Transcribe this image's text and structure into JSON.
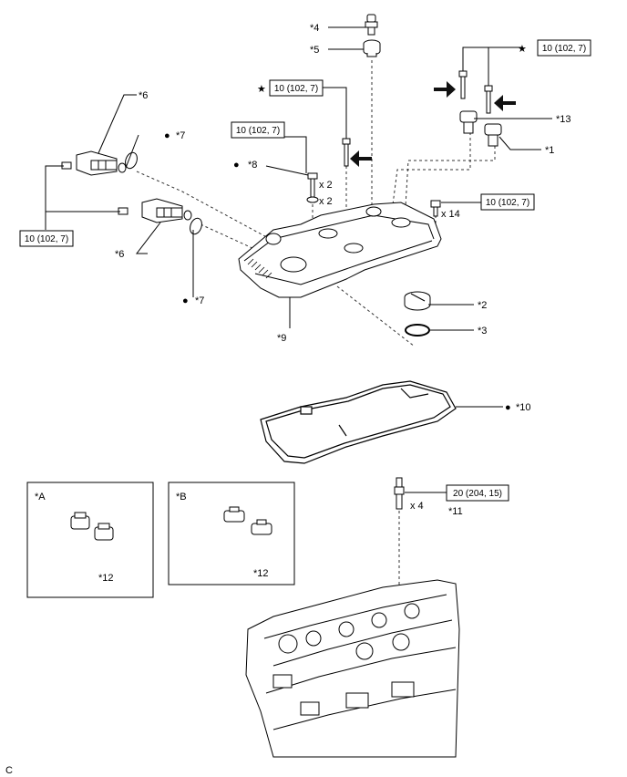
{
  "callouts": {
    "c1": "*1",
    "c2": "*2",
    "c3": "*3",
    "c4": "*4",
    "c5": "*5",
    "c6a": "*6",
    "c6b": "*6",
    "c7a": "*7",
    "c7b": "*7",
    "c8": "*8",
    "c9": "*9",
    "c10": "*10",
    "c11": "*11",
    "c12a": "*12",
    "c12b": "*12",
    "c13": "*13"
  },
  "torque": {
    "t1": "10 (102, 7)",
    "t2": "10 (102, 7)",
    "t3": "10 (102, 7)",
    "t4": "10 (102, 7)",
    "t5": "10 (102, 7)",
    "t6": "20 (204, 15)"
  },
  "quantities": {
    "x2a": "x 2",
    "x2b": "x 2",
    "x14": "x 14",
    "x4": "x 4"
  },
  "insets": {
    "a_title": "*A",
    "b_title": "*B"
  },
  "symbols": {
    "star": "★",
    "dot": "●"
  },
  "footer_code": "C"
}
